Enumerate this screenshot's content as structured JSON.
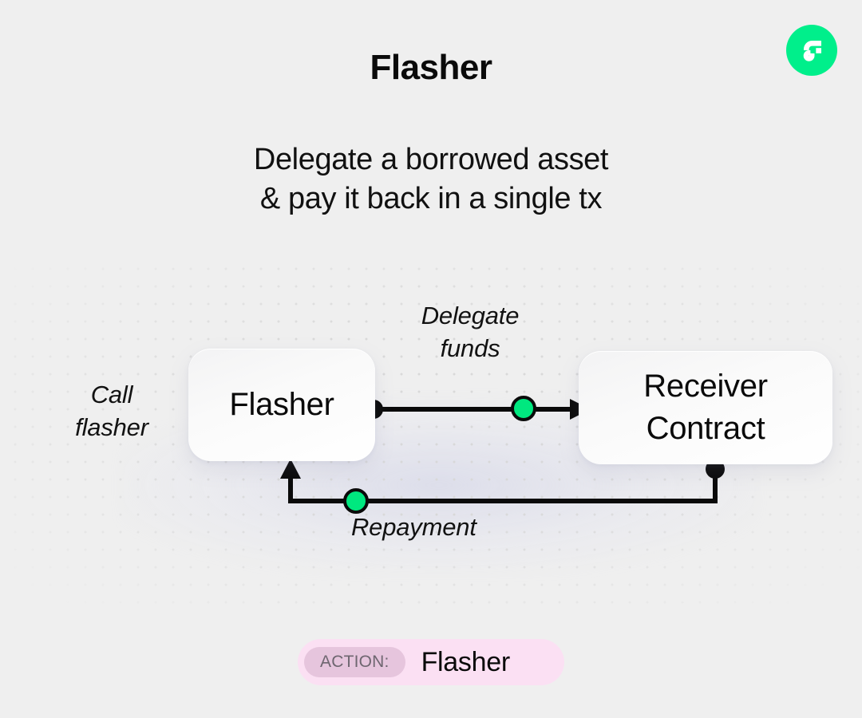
{
  "brand": {
    "logo_icon": "flow-logo-icon",
    "logo_color": "#00ef8b",
    "logo_mark_color": "#ffffff"
  },
  "header": {
    "title": "Flasher",
    "subtitle_lines": [
      "Delegate a borrowed asset",
      "& pay it back in a single tx"
    ]
  },
  "diagram": {
    "background_color": "#efefef",
    "accent_color": "#00e87f",
    "stroke_color": "#0a0a0a",
    "nodes": [
      {
        "id": "flasher",
        "label_lines": [
          "Flasher"
        ]
      },
      {
        "id": "receiver",
        "label_lines": [
          "Receiver",
          "Contract"
        ]
      }
    ],
    "edges": [
      {
        "id": "call-flasher",
        "label_lines": [
          "Call",
          "flasher"
        ],
        "from": "",
        "to": "flasher"
      },
      {
        "id": "delegate-funds",
        "label_lines": [
          "Delegate",
          "funds"
        ],
        "from": "flasher",
        "to": "receiver"
      },
      {
        "id": "repayment",
        "label_lines": [
          "Repayment"
        ],
        "from": "receiver",
        "to": "flasher"
      }
    ]
  },
  "action_badge": {
    "key": "ACTION:",
    "value": "Flasher",
    "pill_color": "#fbe0f3",
    "key_pill_color": "#e6c5dd"
  }
}
